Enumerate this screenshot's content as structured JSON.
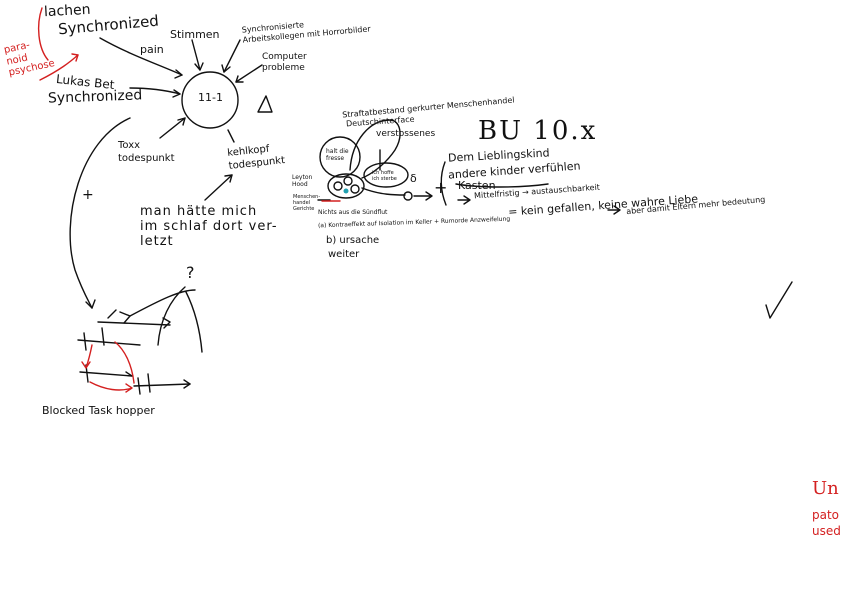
{
  "notes": {
    "lachen": "lachen",
    "synchronized_top": "Synchronized",
    "paranoid_psychose": "para-\nnoid\npsychose",
    "pain": "pain",
    "stimmen": "Stimmen",
    "synchronized_colleagues": "Synchronisierte\nArbeitskollegen mit Horrorbilder",
    "computer_probleme": "Computer\nprobleme",
    "lukas_bet": "Lukas Bet",
    "synchronized_mid": "Synchronized",
    "center_symbol": "11-1",
    "toxx": "Toxx\ntodespunkt",
    "kehlkopf": "kehlkopf\ntodespunkt",
    "plus_left": "+",
    "man_haette": "man hätte mich\nim schlaf dort ver-\nletzt",
    "question": "?",
    "blocked_task_hopper": "Blocked Task hopper",
    "straftatbestand": "Straftatbestand  gerkurter Menschenhandel",
    "deutsch_interface": "Deutschinterface",
    "verstossenes": "verstossenes",
    "halt_die_fresse": "halt die\nfresse",
    "ich_hoffe": "ich hoffe\nich sterbe",
    "leyton_hood": "Leyton\nHood",
    "menschen_handel_gerichte": "Menschen-\nhandel\nGerichte",
    "nichts_aus_die_suendflut": "Nichts aus die Sündflut",
    "isolation_note": "(a) Kontraeffekt auf Isolation im Keller + Rumorde Anzweifelung",
    "b_ursache": "b) ursache",
    "weiter": "weiter",
    "bu10x": "BU 10.x",
    "dem_lieblingskind": "Dem Lieblingskind",
    "andere_kinder": "andere kinder verfühlen",
    "kasten": "Kasten",
    "mittelfristig": "Mittelfristig → austauschbarkeit",
    "kein_gefallen": "= kein gefallen, keine wahre Liebe",
    "aber_damit": "aber damit Eltern mehr bedeutung",
    "sigma_symbol": "δ",
    "unrelated_red": "Un",
    "pato_used": "pato\nused"
  },
  "colors": {
    "ink": "#111111",
    "red": "#d42020",
    "background": "#ffffff"
  }
}
